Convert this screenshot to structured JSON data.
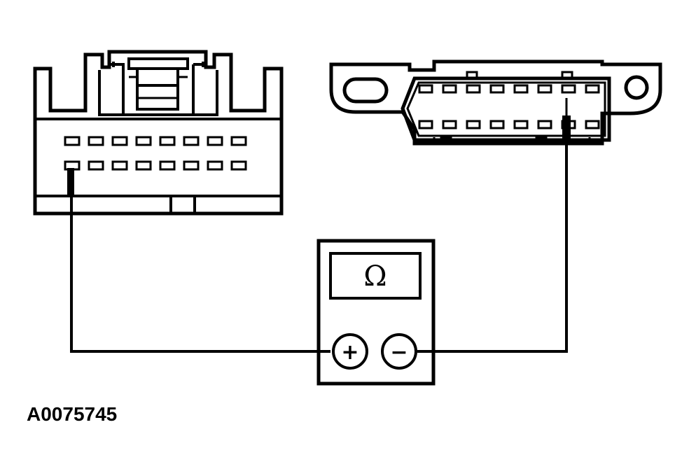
{
  "figure_id": "A0075745",
  "meter": {
    "display_symbol": "Ω",
    "positive_label": "+",
    "negative_label": "−"
  },
  "colors": {
    "line": "#000000",
    "background": "#ffffff"
  },
  "icons": {
    "left_connector": "multi-pin-harness-connector",
    "right_connector": "obd-ii-data-link-connector",
    "meter": "ohmmeter-icon"
  }
}
